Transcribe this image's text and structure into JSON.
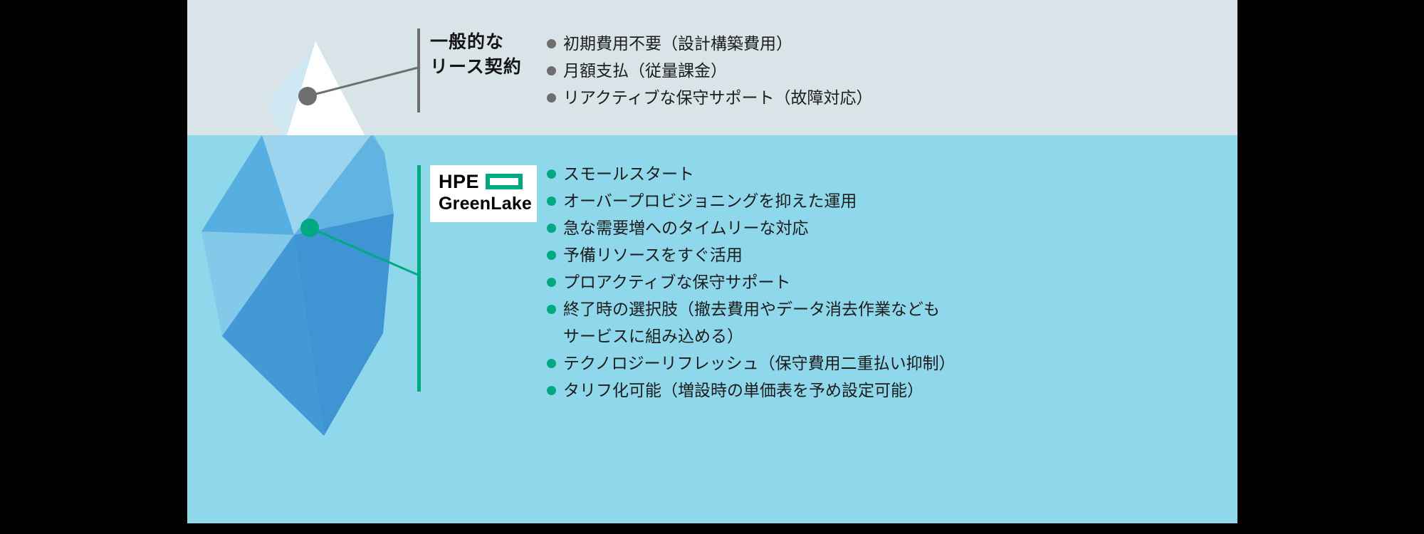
{
  "top": {
    "label_line1": "一般的な",
    "label_line2": "リース契約",
    "bullets": [
      "初期費用不要（設計構築費用）",
      "月額支払（従量課金）",
      "リアクティブな保守サポート（故障対応）"
    ]
  },
  "bottom": {
    "logo_line1": "HPE",
    "logo_line2": "GreenLake",
    "bullets": [
      "スモールスタート",
      "オーバープロビジョニングを抑えた運用",
      "急な需要増へのタイムリーな対応",
      "予備リソースをすぐ活用",
      "プロアクティブな保守サポート",
      "終了時の選択肢（撤去費用やデータ消去作業なども",
      "サービスに組み込める）",
      "テクノロジーリフレッシュ（保守費用二重払い抑制）",
      "タリフ化可能（増設時の単価表を予め設定可能）"
    ]
  },
  "colors": {
    "hpe_green": "#01a982",
    "gray_accent": "#6e6e6e",
    "above_water_bg": "#d9e4e9",
    "below_water_bg": "#8fd8ec",
    "iceberg_white": "#ffffff"
  }
}
